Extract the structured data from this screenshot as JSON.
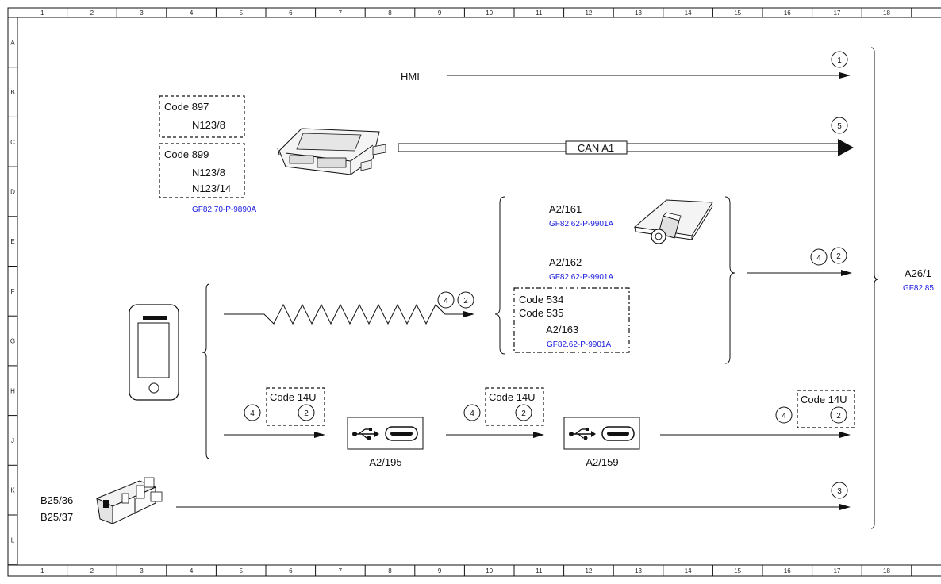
{
  "grid": {
    "columns": [
      "1",
      "2",
      "3",
      "4",
      "5",
      "6",
      "7",
      "8",
      "9",
      "10",
      "11",
      "12",
      "13",
      "14",
      "15",
      "16",
      "17",
      "18"
    ],
    "rows": [
      "A",
      "B",
      "C",
      "D",
      "E",
      "F",
      "G",
      "H",
      "J",
      "K",
      "L"
    ]
  },
  "signals": {
    "hmi": "HMI",
    "can": "CAN A1"
  },
  "modules": {
    "code897": "Code 897",
    "n123_8_top": "N123/8",
    "code899": "Code 899",
    "n123_8_bottom": "N123/8",
    "n123_14": "N123/14",
    "n123_ref": "GF82.70-P-9890A",
    "a2_161": "A2/161",
    "a2_161_ref": "GF82.62-P-9901A",
    "a2_162": "A2/162",
    "a2_162_ref": "GF82.62-P-9901A",
    "code534": "Code 534",
    "code535": "Code 535",
    "a2_163": "A2/163",
    "a2_163_ref": "GF82.62-P-9901A",
    "code14u_1": "Code 14U",
    "code14u_2": "Code 14U",
    "code14u_3": "Code 14U",
    "a2_195": "A2/195",
    "a2_159": "A2/159",
    "b25_36": "B25/36",
    "b25_37": "B25/37",
    "a26": "A26/1",
    "a26_ref": "GF82.85"
  },
  "markers": {
    "m1": "1",
    "m5": "5",
    "m4_right": "4",
    "m2_right": "2",
    "m4_wave": "4",
    "m2_wave": "2",
    "m4_usb1": "4",
    "m2_usb1": "2",
    "m4_usb2": "4",
    "m2_usb2": "2",
    "m4_usb3": "4",
    "m2_usb3": "2",
    "m3": "3"
  }
}
